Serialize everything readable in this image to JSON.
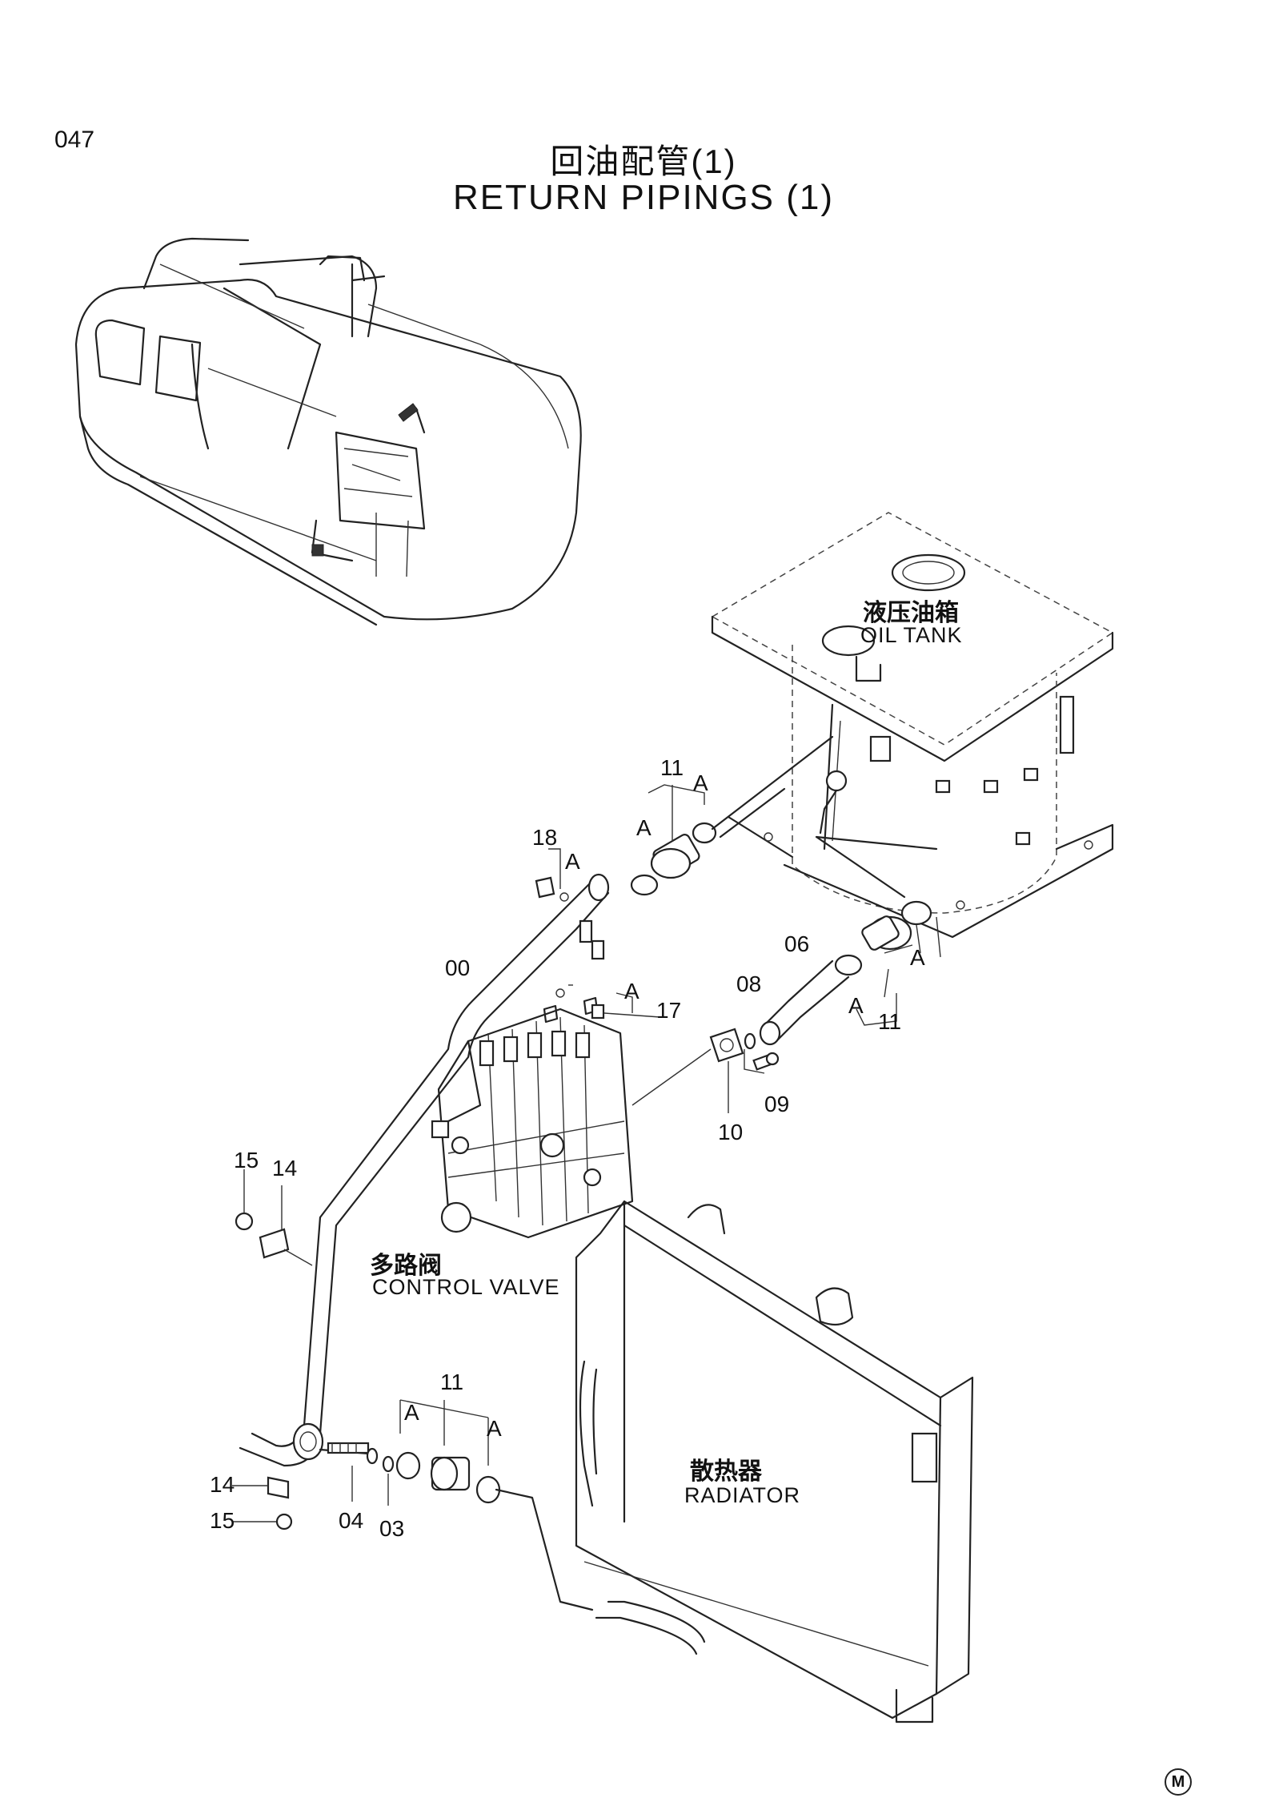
{
  "page": {
    "number": "047",
    "title_cn": "回油配管(1)",
    "title_en": "RETURN PIPINGS (1)",
    "maker_mark": "M"
  },
  "components": {
    "oil_tank_cn": "液压油箱",
    "oil_tank_en": "OIL TANK",
    "control_valve_cn": "多路阀",
    "control_valve_en": "CONTROL VALVE",
    "radiator_cn": "散热器",
    "radiator_en": "RADIATOR"
  },
  "callouts": {
    "c00": "00",
    "c03": "03",
    "c04": "04",
    "c06": "06",
    "c08": "08",
    "c09": "09",
    "c10": "10",
    "c11_top": "11",
    "c11_mid": "11",
    "c11_bottom": "11",
    "c14_top": "14",
    "c14_bottom": "14",
    "c15_top": "15",
    "c15_bottom": "15",
    "c17": "17",
    "c18": "18"
  },
  "marks": {
    "a": "A"
  }
}
